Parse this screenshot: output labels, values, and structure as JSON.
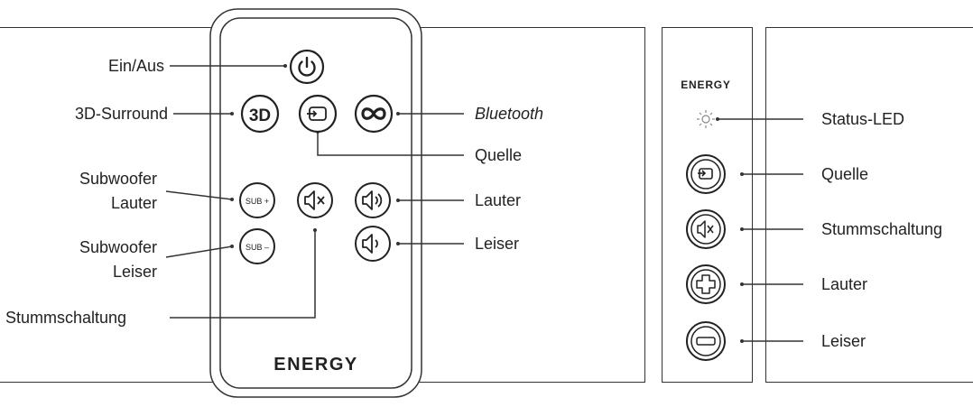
{
  "remote": {
    "brand": "ENERGY",
    "labels": {
      "power": "Ein/Aus",
      "surround": "3D-Surround",
      "bluetooth": "Bluetooth",
      "source": "Quelle",
      "sub_up_1": "Subwoofer",
      "sub_up_2": "Lauter",
      "volume_up": "Lauter",
      "sub_down_1": "Subwoofer",
      "sub_down_2": "Leiser",
      "volume_down": "Leiser",
      "mute": "Stummschaltung"
    },
    "buttons": {
      "surround": "3D",
      "sub_plus": "SUB +",
      "sub_minus": "SUB –"
    }
  },
  "panel": {
    "brand": "ENERGY",
    "labels": {
      "status": "Status-LED",
      "source": "Quelle",
      "mute": "Stummschaltung",
      "volume_up": "Lauter",
      "volume_down": "Leiser"
    }
  },
  "colors": {
    "line": "#333333",
    "background": "#ffffff"
  }
}
